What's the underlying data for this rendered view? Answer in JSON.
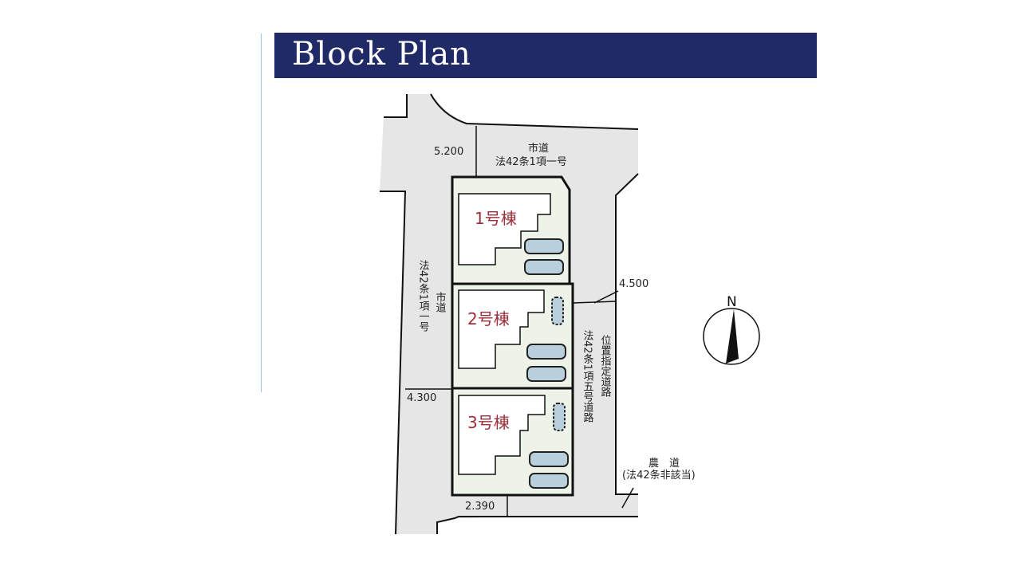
{
  "title": "Block Plan",
  "lots": [
    {
      "label": "1号棟"
    },
    {
      "label": "2号棟"
    },
    {
      "label": "3号棟"
    }
  ],
  "roads": {
    "north_line1": "市道",
    "north_line2": "法42条1項一号",
    "west_col1": "法42条1項一号",
    "west_col2": "市道",
    "east_col1": "法42条1項五号道路",
    "east_col2": "位置指定道路",
    "south_line1": "農　道",
    "south_line2": "(法42条非該当)"
  },
  "dimensions": {
    "north": "5.200",
    "east": "4.500",
    "west": "4.300",
    "south": "2.390"
  },
  "compass": {
    "label": "N"
  },
  "colors": {
    "title_bg": "#1f2a66",
    "road": "#e6e6e6",
    "lot": "#eef3ea",
    "lot_label": "#9b2e3a",
    "car": "#b9cfdc"
  }
}
